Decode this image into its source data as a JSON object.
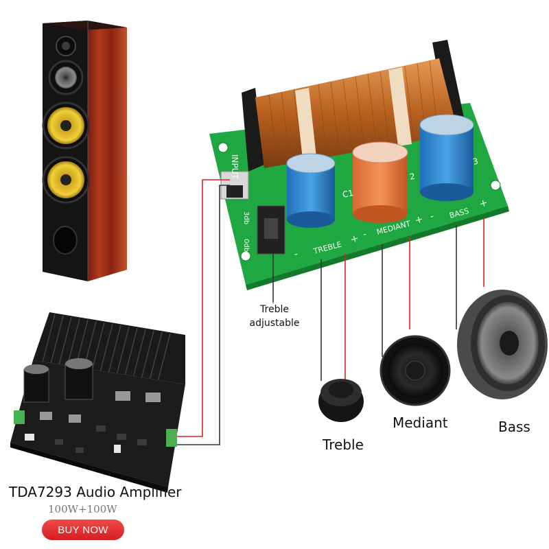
{
  "board_labels": {
    "input": "INPUT",
    "treble": "TREBLE",
    "mediant": "MEDIANT",
    "bass": "BASS",
    "plus": "+",
    "minus": "-",
    "db3": "3db",
    "db0": "0db",
    "c1": "C1",
    "c2": "2",
    "c3": "3"
  },
  "callout": {
    "line1": "Treble",
    "line2": "adjustable"
  },
  "speakers": {
    "treble": "Treble",
    "mediant": "Mediant",
    "bass": "Bass"
  },
  "product": {
    "title": "TDA7293 Audio Amplifier",
    "power": "100W+100W",
    "buy_label": "BUY NOW"
  },
  "colors": {
    "board_green": "#1fa842",
    "copper": "#c8702c",
    "wire_red": "#e02020",
    "buy_red": "#e02828"
  }
}
